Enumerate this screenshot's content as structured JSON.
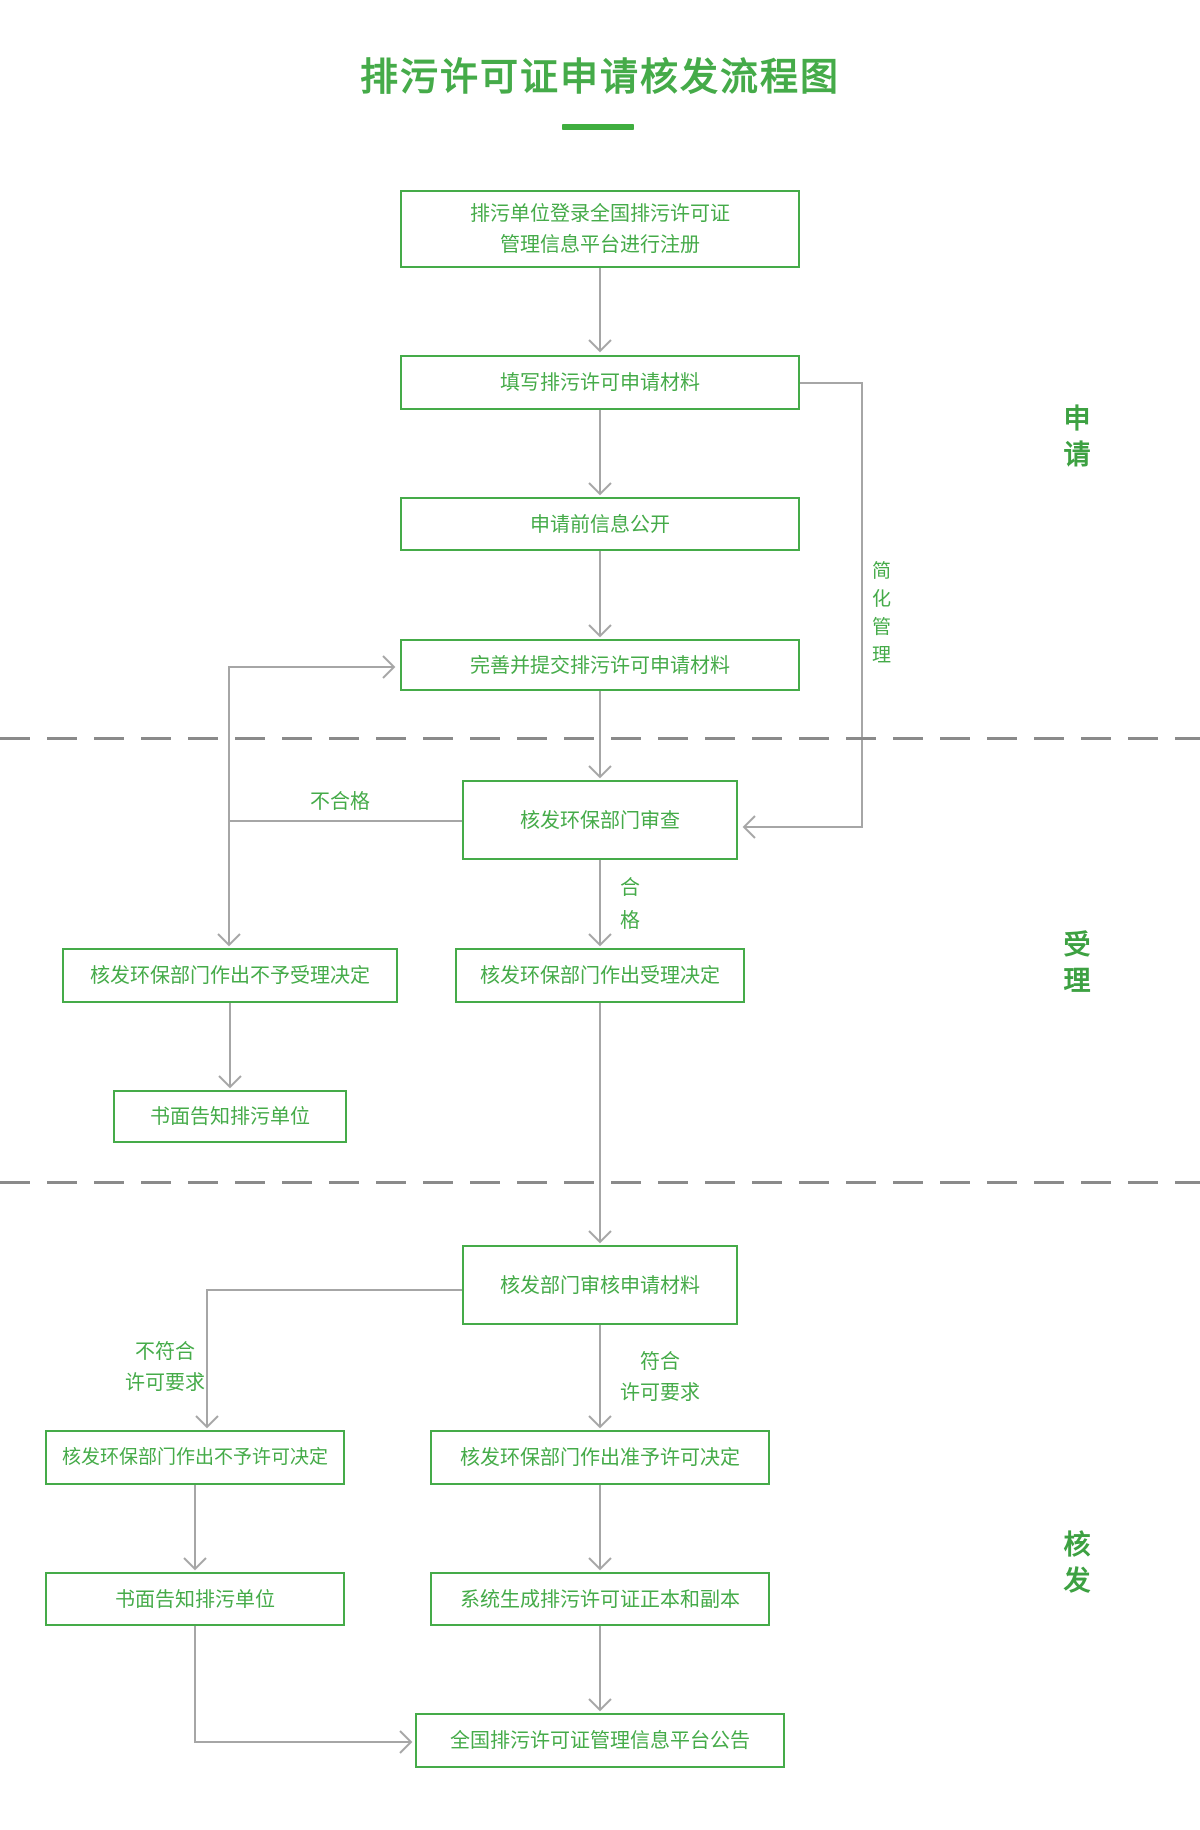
{
  "title": "排污许可证申请核发流程图",
  "sections": [
    {
      "label": "申\n请"
    },
    {
      "label": "受\n理"
    },
    {
      "label": "核\n发"
    }
  ],
  "nodes": {
    "register": {
      "label": "排污单位登录全国排污许可证\n管理信息平台进行注册"
    },
    "fill": {
      "label": "填写排污许可申请材料"
    },
    "disclose": {
      "label": "申请前信息公开"
    },
    "submit": {
      "label": "完善并提交排污许可申请材料"
    },
    "review": {
      "label": "核发环保部门审查"
    },
    "reject_accept": {
      "label": "核发环保部门作出不予受理决定"
    },
    "accept": {
      "label": "核发环保部门作出受理决定"
    },
    "notify_1": {
      "label": "书面告知排污单位"
    },
    "examine": {
      "label": "核发部门审核申请材料"
    },
    "reject_permit": {
      "label": "核发环保部门作出不予许可决定"
    },
    "grant_permit": {
      "label": "核发环保部门作出准予许可决定"
    },
    "notify_2": {
      "label": "书面告知排污单位"
    },
    "generate_cert": {
      "label": "系统生成排污许可证正本和副本"
    },
    "announce": {
      "label": "全国排污许可证管理信息平台公告"
    }
  },
  "edge_labels": {
    "simplified": "简\n化\n管\n理",
    "fail": "不合格",
    "pass": "合\n格",
    "not_meet": "不符合\n许可要求",
    "meet": "符合\n许可要求"
  },
  "colors": {
    "green": "#45AB49",
    "connector_gray": "#A6A6A6",
    "divider_gray": "#8A8A8A"
  }
}
